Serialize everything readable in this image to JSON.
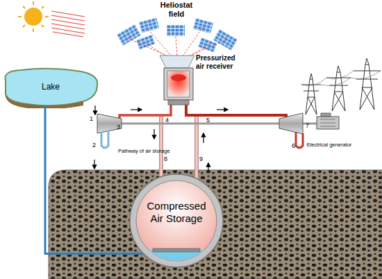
{
  "diagram": {
    "nodes": [
      {
        "text": [
          "Pressurized air receiver"
        ]
      },
      {
        "text": [
          "Lake"
        ]
      },
      {
        "text": [
          "Electrical generator"
        ]
      },
      {
        "text": [
          "Compressed Air Storage"
        ]
      }
    ],
    "edges": [
      {
        "from": 1,
        "to": 3,
        "arrow": "none"
      }
    ],
    "labels": [
      "Heliostat field",
      "1",
      "2",
      "3",
      "4",
      "5",
      "6",
      "7",
      "8",
      "9",
      "Pathway of air storage"
    ]
  }
}
